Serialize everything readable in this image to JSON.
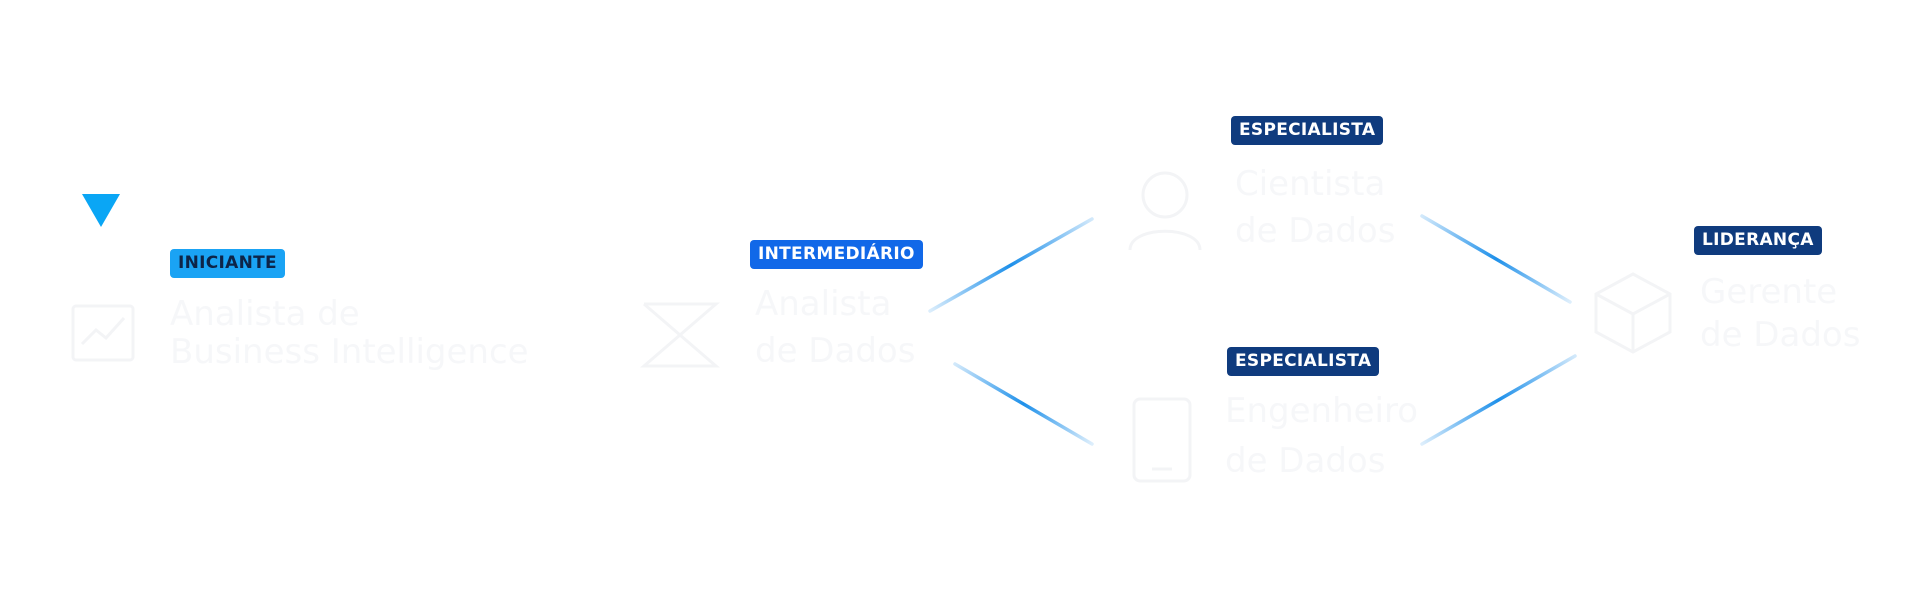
{
  "brand": {
    "label": "",
    "accent_color": "#0aa6f5"
  },
  "nodes": {
    "bi_analyst": {
      "level": "INICIANTE",
      "title_line1": "Analista de",
      "title_line2": "Business Intelligence",
      "icon": "chart-board-icon"
    },
    "data_analyst": {
      "level": "INTERMEDIÁRIO",
      "title_line1": "Analista",
      "title_line2": "de Dados",
      "icon": "hourglass-icon"
    },
    "data_scientist": {
      "level": "ESPECIALISTA",
      "title_line1": "Cientista",
      "title_line2": "de Dados",
      "icon": "scientist-icon"
    },
    "data_engineer": {
      "level": "ESPECIALISTA",
      "title_line1": "Engenheiro",
      "title_line2": "de Dados",
      "icon": "device-icon"
    },
    "data_manager": {
      "level": "LIDERANÇA",
      "title_line1": "Gerente",
      "title_line2": "de Dados",
      "icon": "cube-icon"
    }
  },
  "colors": {
    "iniciante": "#1aa3f4",
    "intermediario": "#1168e8",
    "especialista": "#0f3b7e",
    "lideranca": "#0f3b7e",
    "connector": "#1e90ea",
    "faded_text": "#f6f7f9"
  }
}
